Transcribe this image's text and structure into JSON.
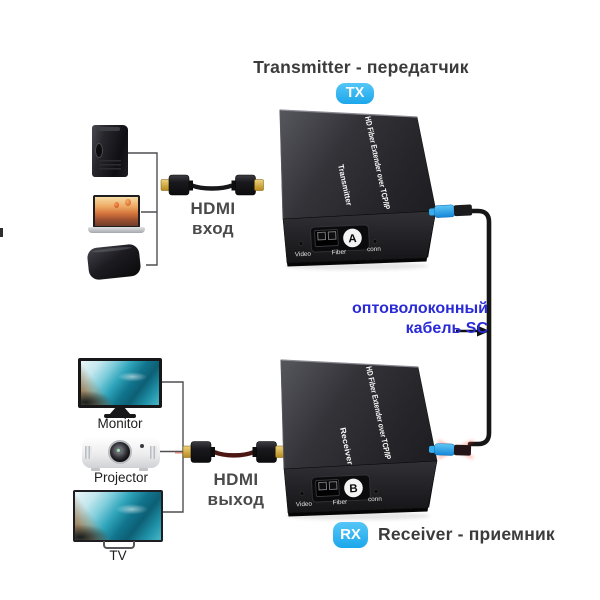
{
  "top": {
    "title": "Transmitter - передатчик",
    "badge": "TX"
  },
  "bottom": {
    "title": "Receiver - приемник",
    "badge": "RX"
  },
  "mid": {
    "fiber1": "оптоволоконный",
    "fiber2": "кабель SC"
  },
  "labels": {
    "hdmi_in1": "HDMI",
    "hdmi_in2": "вход",
    "hdmi_out1": "HDMI",
    "hdmi_out2": "выход"
  },
  "tx": {
    "line1": "HD Fiber Extender over TCP/IP",
    "line2": "Transmitter",
    "dial": "A",
    "port_video": "Video",
    "port_fiber": "Fiber",
    "port_conn": "conn"
  },
  "rx": {
    "line1": "HD Fiber Extender over TCP/IP",
    "line2": "Receiver",
    "dial": "B",
    "port_video": "Video",
    "port_fiber": "Fiber",
    "port_conn": "conn"
  },
  "devices": {
    "monitor": "Monitor",
    "projector": "Projector",
    "tv": "TV"
  },
  "colors": {
    "badge_blue": "#2eb5f2",
    "fiber_text_blue": "#2a2ad6",
    "title_gray": "#3b3b3b",
    "fiber_connector_blue": "#2b9fe8"
  }
}
